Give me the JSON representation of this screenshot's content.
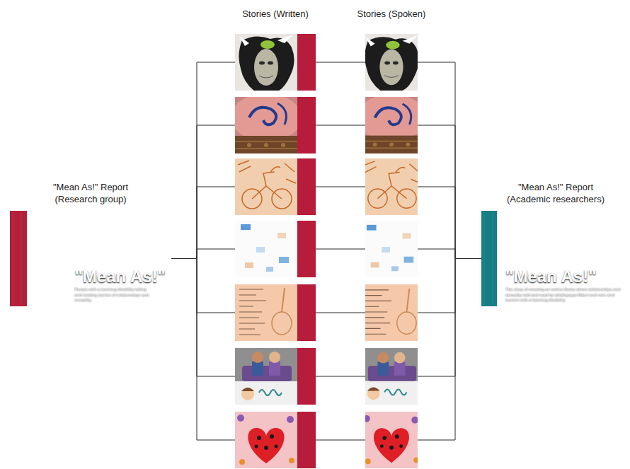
{
  "diagram": {
    "nodes": [
      {
        "text": [
          "\"Mean As!\" Report (Research group)",
          "\"Mean As!\"",
          "People with a learning disability telling and reading stories of relationships and sexuality."
        ]
      },
      {
        "text": []
      },
      {
        "text": []
      },
      {
        "text": []
      },
      {
        "text": []
      },
      {
        "text": []
      },
      {
        "text": []
      },
      {
        "text": []
      },
      {
        "text": []
      },
      {
        "text": []
      },
      {
        "text": []
      },
      {
        "text": []
      },
      {
        "text": []
      },
      {
        "text": []
      },
      {
        "text": []
      },
      {
        "text": [
          "\"Mean As!\" Report (Academic researchers)",
          "\"Mean As!\"",
          "The story of creating an online library about relationships and sexuality told and read by whakapapa Māori and men and women with a learning disability"
        ]
      }
    ],
    "edges": [
      {
        "from": 0,
        "to": 1,
        "arrow": "none"
      },
      {
        "from": 0,
        "to": 2,
        "arrow": "none"
      },
      {
        "from": 0,
        "to": 3,
        "arrow": "none"
      },
      {
        "from": 0,
        "to": 4,
        "arrow": "none"
      },
      {
        "from": 0,
        "to": 5,
        "arrow": "none"
      },
      {
        "from": 0,
        "to": 6,
        "arrow": "none"
      },
      {
        "from": 0,
        "to": 7,
        "arrow": "none"
      },
      {
        "from": 1,
        "to": 8,
        "arrow": "none"
      },
      {
        "from": 2,
        "to": 9,
        "arrow": "none"
      },
      {
        "from": 3,
        "to": 10,
        "arrow": "none"
      },
      {
        "from": 4,
        "to": 11,
        "arrow": "none"
      },
      {
        "from": 5,
        "to": 12,
        "arrow": "none"
      },
      {
        "from": 6,
        "to": 13,
        "arrow": "none"
      },
      {
        "from": 7,
        "to": 14,
        "arrow": "none"
      },
      {
        "from": 8,
        "to": 15,
        "arrow": "none"
      },
      {
        "from": 9,
        "to": 15,
        "arrow": "none"
      },
      {
        "from": 10,
        "to": 15,
        "arrow": "none"
      },
      {
        "from": 11,
        "to": 15,
        "arrow": "none"
      },
      {
        "from": 12,
        "to": 15,
        "arrow": "none"
      },
      {
        "from": 13,
        "to": 15,
        "arrow": "none"
      },
      {
        "from": 14,
        "to": 15,
        "arrow": "none"
      }
    ],
    "labels": [
      "Stories (Written)",
      "Stories (Spoken)"
    ]
  }
}
